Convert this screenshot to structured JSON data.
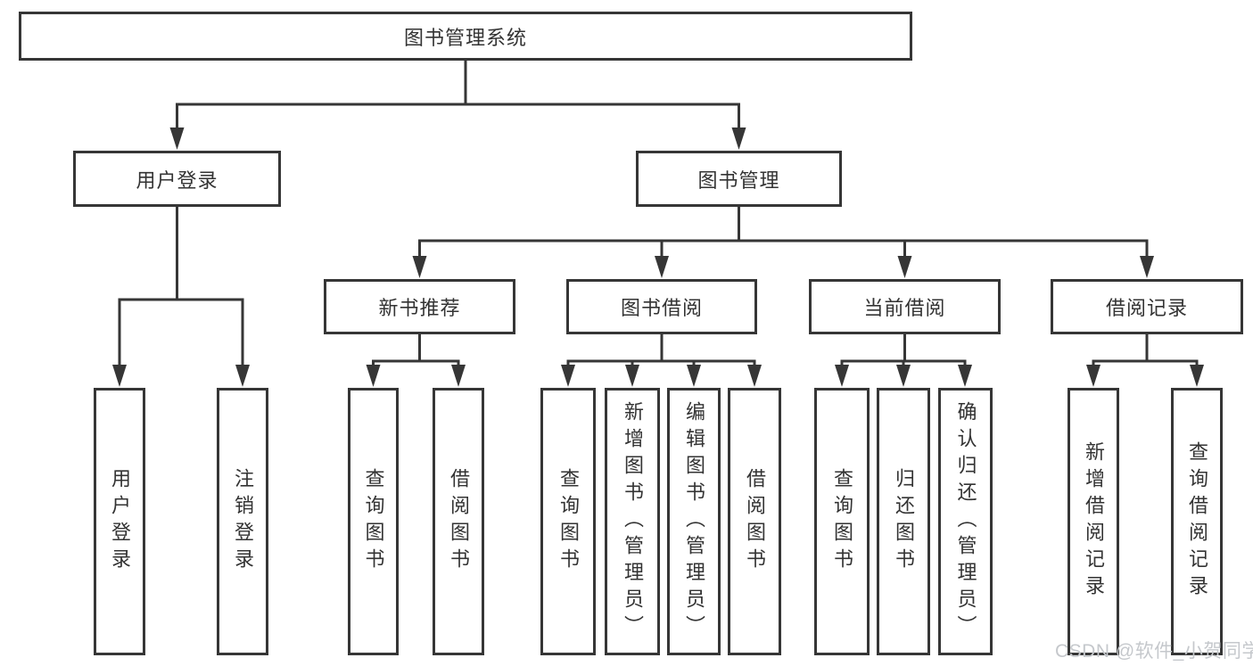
{
  "tree": {
    "root": {
      "label": "图书管理系统"
    },
    "branches": [
      {
        "label": "用户登录",
        "children": [
          {
            "label": "用户登录"
          },
          {
            "label": "注销登录"
          }
        ]
      },
      {
        "label": "图书管理",
        "children": [
          {
            "label": "新书推荐",
            "children": [
              {
                "label": "查询图书"
              },
              {
                "label": "借阅图书"
              }
            ]
          },
          {
            "label": "图书借阅",
            "children": [
              {
                "label": "查询图书"
              },
              {
                "label": "新增图书（管理员）"
              },
              {
                "label": "编辑图书（管理员）"
              },
              {
                "label": "借阅图书"
              }
            ]
          },
          {
            "label": "当前借阅",
            "children": [
              {
                "label": "查询图书"
              },
              {
                "label": "归还图书"
              },
              {
                "label": "确认归还（管理员）"
              }
            ]
          },
          {
            "label": "借阅记录",
            "children": [
              {
                "label": "新增借阅记录"
              },
              {
                "label": "查询借阅记录"
              }
            ]
          }
        ]
      }
    ]
  },
  "watermark": {
    "text": "CSDN @软件_小贺同学"
  },
  "colors": {
    "line": "#363636",
    "text": "#333333",
    "background": "#ffffff",
    "watermark": "#c5c8cc"
  }
}
